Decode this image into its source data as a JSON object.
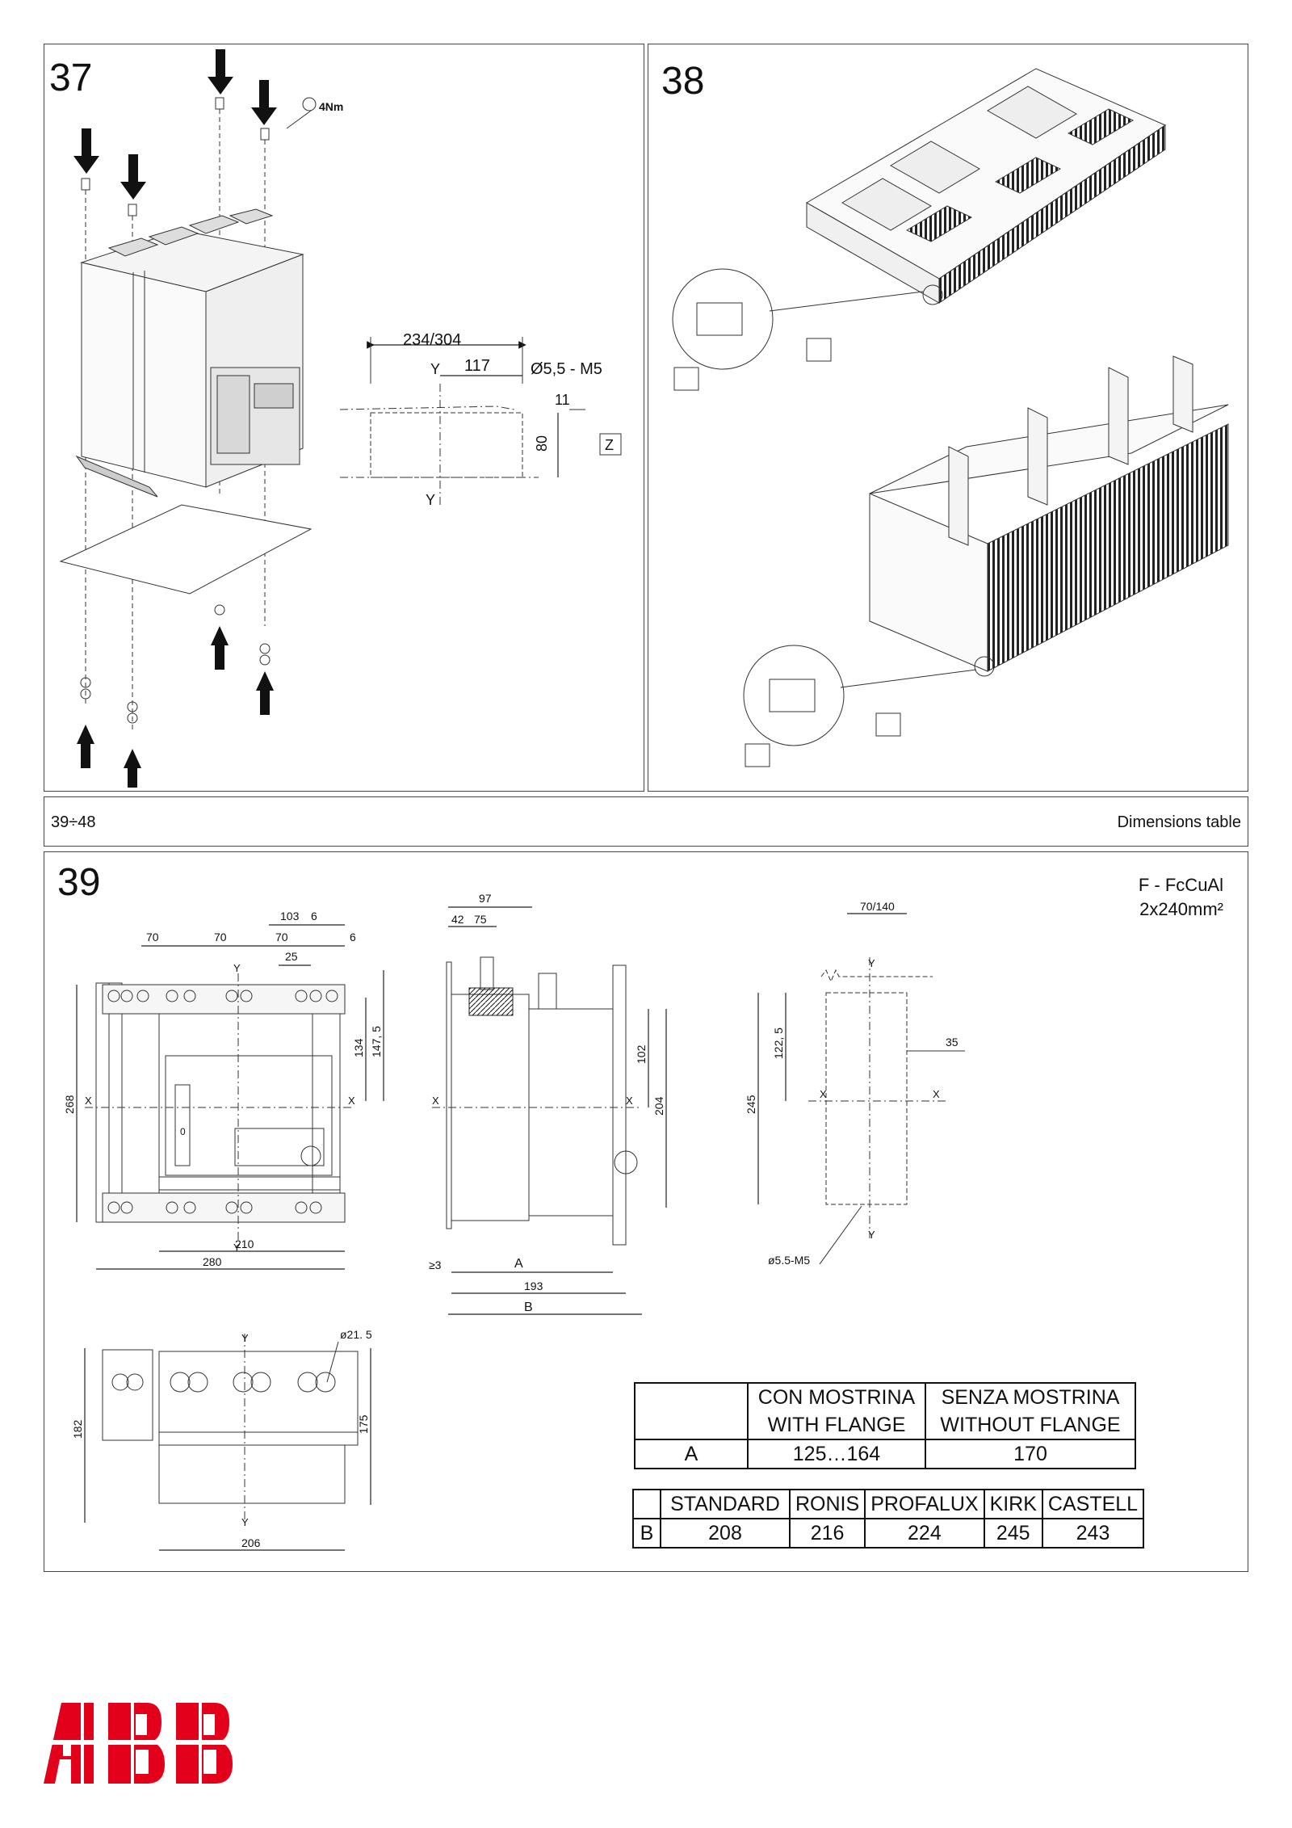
{
  "step37": {
    "number": "37",
    "torque": "4Nm",
    "dims": {
      "width": "234/304",
      "half": "117",
      "hole": "Ø5,5 - M5",
      "offset": "11",
      "height": "80",
      "axis_y": "Y",
      "axis_z": "Z"
    }
  },
  "step38": {
    "number": "38"
  },
  "band": {
    "left": "39÷48",
    "right": "Dimensions table"
  },
  "step39": {
    "number": "39",
    "terminal": "F - FcCuAl",
    "section": "2x240mm²",
    "front": {
      "d103": "103",
      "d6a": "6",
      "d70a": "70",
      "d70b": "70",
      "d70c": "70",
      "d6b": "6",
      "d25": "25",
      "d134": "134",
      "d147": "147, 5",
      "d268": "268",
      "d210": "210",
      "d280": "280",
      "x": "X",
      "y": "Y",
      "zero": "0"
    },
    "side": {
      "d97": "97",
      "d42": "42",
      "d75": "75",
      "d102": "102",
      "d204": "204",
      "ge3": "≥3",
      "a": "A",
      "d193": "193",
      "b": "B",
      "x": "X"
    },
    "drill": {
      "d70_140": "70/140",
      "d35": "35",
      "d122": "122, 5",
      "d245": "245",
      "hole": "ø5.5-M5",
      "x": "X",
      "y": "Y"
    },
    "bottom": {
      "d21": "ø21. 5",
      "d182": "182",
      "d175": "175",
      "d206": "206",
      "y": "Y"
    }
  },
  "table_a": {
    "header1": [
      "CON MOSTRINA",
      "SENZA MOSTRINA"
    ],
    "header2": [
      "WITH FLANGE",
      "WITHOUT FLANGE"
    ],
    "row_label": "A",
    "values": [
      "125…164",
      "170"
    ]
  },
  "table_b": {
    "headers": [
      "STANDARD",
      "RONIS",
      "PROFALUX",
      "KIRK",
      "CASTELL"
    ],
    "row_label": "B",
    "values": [
      "208",
      "216",
      "224",
      "245",
      "243"
    ]
  },
  "brand": {
    "logo_text": "ABB",
    "color": "#e2001a"
  }
}
